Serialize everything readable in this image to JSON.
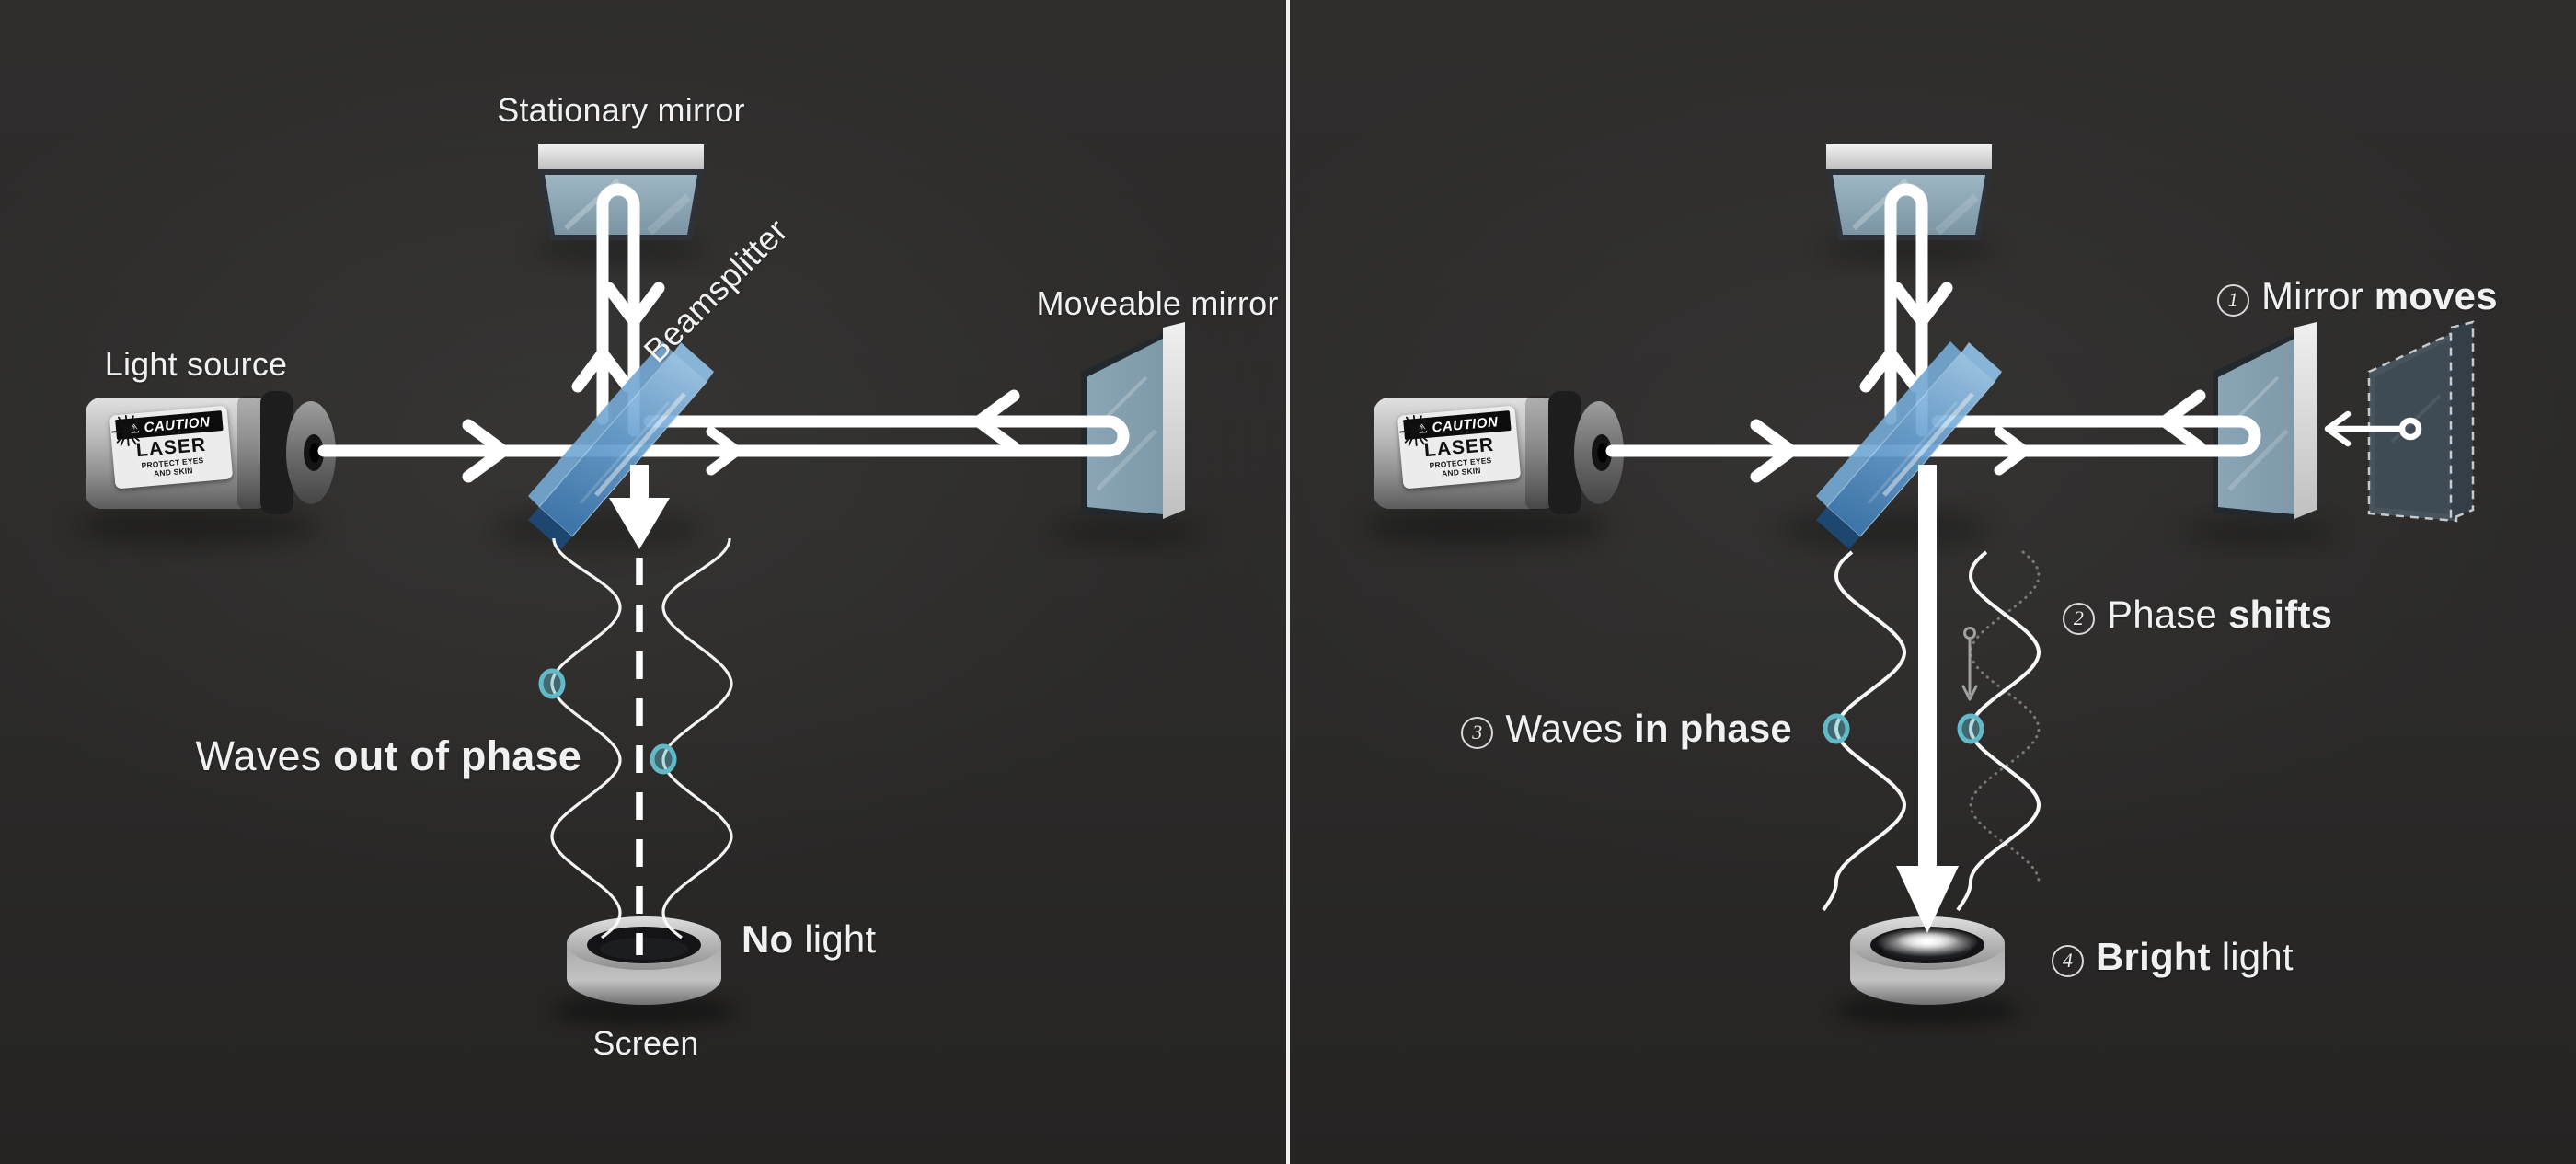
{
  "title": "Michelson interferometer — out of phase vs in phase",
  "colors": {
    "background": "#2b2a29",
    "beam": "#ffffff",
    "beamsplitter_blue": "#6aa3d2",
    "accent_teal": "#62bac8",
    "divider": "#f2f2f2",
    "label_text": "#f1f1f1"
  },
  "left_panel": {
    "stationary_mirror_label": "Stationary mirror",
    "light_source_label": "Light source",
    "beamsplitter_label": "Beamsplitter",
    "moveable_mirror_label": "Moveable mirror",
    "waves_label": {
      "normal": "Waves ",
      "bold": "out of phase"
    },
    "result_label": {
      "bold": "No",
      "normal": " light"
    },
    "screen_label": "Screen"
  },
  "right_panel": {
    "step1": {
      "num": "1",
      "normal": "Mirror ",
      "bold": "moves"
    },
    "step2": {
      "num": "2",
      "normal": "Phase ",
      "bold": "shifts"
    },
    "step3": {
      "num": "3",
      "normal": "Waves ",
      "bold": "in phase"
    },
    "step4": {
      "num": "4",
      "bold": "Bright",
      "normal": " light"
    }
  },
  "laser_label": {
    "warning_symbol": "⚠",
    "caution": "CAUTION",
    "product": "LASER",
    "line1": "PROTECT EYES",
    "line2": "AND SKIN"
  }
}
